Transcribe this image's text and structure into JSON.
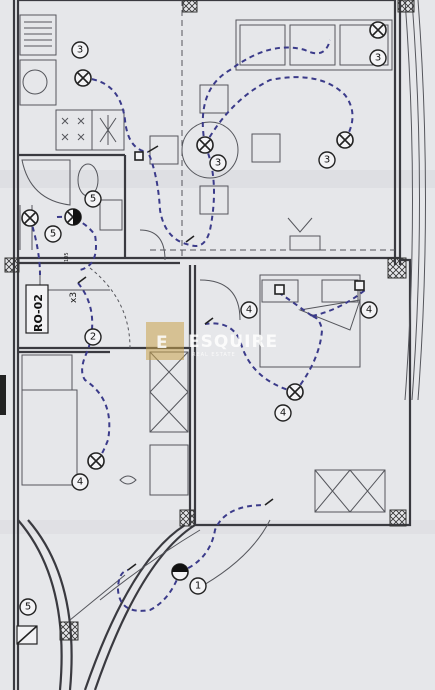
{
  "labels": {
    "room_code": "RO-02",
    "multiplier": "x3",
    "small_tag": "105"
  },
  "watermark": {
    "brand": "ESQUIRE",
    "tagline": "REAL ESTATE",
    "logo_letter": "E"
  },
  "markers": [
    {
      "id": "m1",
      "text": "3"
    },
    {
      "id": "m2",
      "text": "3"
    },
    {
      "id": "m3",
      "text": "3"
    },
    {
      "id": "m4",
      "text": "3"
    },
    {
      "id": "m5",
      "text": "5"
    },
    {
      "id": "m6",
      "text": "5"
    },
    {
      "id": "m7",
      "text": "2"
    },
    {
      "id": "m8",
      "text": "4"
    },
    {
      "id": "m9",
      "text": "4"
    },
    {
      "id": "m10",
      "text": "4"
    },
    {
      "id": "m11",
      "text": "4"
    },
    {
      "id": "m12",
      "text": "1"
    },
    {
      "id": "m13",
      "text": "5"
    }
  ],
  "colors": {
    "paper": "#e6e7ea",
    "circuit": "#3b3b8a",
    "watermark_gold": "#c9a34a"
  }
}
